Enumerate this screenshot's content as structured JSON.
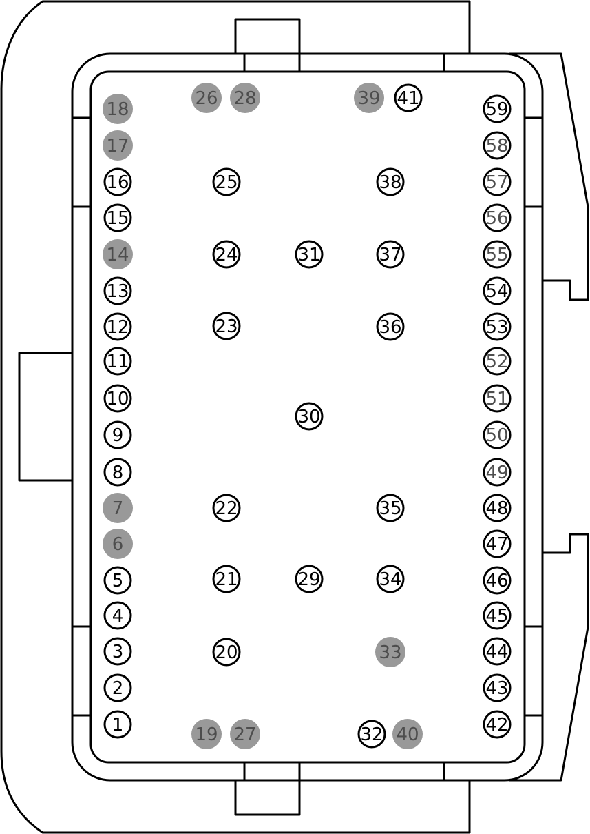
{
  "diagram": {
    "colors": {
      "outline": "#000000",
      "background": "#ffffff",
      "open_pin_fill": "#ffffff",
      "open_pin_text": "#000000",
      "filled_pin_fill": "#999999",
      "filled_pin_text": "#4d4d4d",
      "dim_pin_text": "#4d4d4d"
    },
    "pins": [
      {
        "label": "1",
        "style": "open"
      },
      {
        "label": "2",
        "style": "open"
      },
      {
        "label": "3",
        "style": "open"
      },
      {
        "label": "4",
        "style": "open"
      },
      {
        "label": "5",
        "style": "open"
      },
      {
        "label": "6",
        "style": "filled"
      },
      {
        "label": "7",
        "style": "filled"
      },
      {
        "label": "8",
        "style": "open"
      },
      {
        "label": "9",
        "style": "open"
      },
      {
        "label": "10",
        "style": "open"
      },
      {
        "label": "11",
        "style": "open"
      },
      {
        "label": "12",
        "style": "open"
      },
      {
        "label": "13",
        "style": "open"
      },
      {
        "label": "14",
        "style": "filled"
      },
      {
        "label": "15",
        "style": "open"
      },
      {
        "label": "16",
        "style": "open"
      },
      {
        "label": "17",
        "style": "filled"
      },
      {
        "label": "18",
        "style": "filled"
      },
      {
        "label": "19",
        "style": "filled"
      },
      {
        "label": "20",
        "style": "open"
      },
      {
        "label": "21",
        "style": "open"
      },
      {
        "label": "22",
        "style": "open"
      },
      {
        "label": "23",
        "style": "open"
      },
      {
        "label": "24",
        "style": "open"
      },
      {
        "label": "25",
        "style": "open"
      },
      {
        "label": "26",
        "style": "filled"
      },
      {
        "label": "27",
        "style": "filled"
      },
      {
        "label": "28",
        "style": "filled"
      },
      {
        "label": "29",
        "style": "open"
      },
      {
        "label": "30",
        "style": "open"
      },
      {
        "label": "31",
        "style": "open"
      },
      {
        "label": "32",
        "style": "open"
      },
      {
        "label": "33",
        "style": "filled"
      },
      {
        "label": "34",
        "style": "open"
      },
      {
        "label": "35",
        "style": "open"
      },
      {
        "label": "36",
        "style": "open"
      },
      {
        "label": "37",
        "style": "open"
      },
      {
        "label": "38",
        "style": "open"
      },
      {
        "label": "39",
        "style": "filled"
      },
      {
        "label": "40",
        "style": "filled"
      },
      {
        "label": "41",
        "style": "open"
      },
      {
        "label": "42",
        "style": "open"
      },
      {
        "label": "43",
        "style": "open"
      },
      {
        "label": "44",
        "style": "open"
      },
      {
        "label": "45",
        "style": "open"
      },
      {
        "label": "46",
        "style": "open"
      },
      {
        "label": "47",
        "style": "open"
      },
      {
        "label": "48",
        "style": "open"
      },
      {
        "label": "49",
        "style": "dim"
      },
      {
        "label": "50",
        "style": "dim"
      },
      {
        "label": "51",
        "style": "dim"
      },
      {
        "label": "52",
        "style": "dim"
      },
      {
        "label": "53",
        "style": "open"
      },
      {
        "label": "54",
        "style": "open"
      },
      {
        "label": "55",
        "style": "dim"
      },
      {
        "label": "56",
        "style": "dim"
      },
      {
        "label": "57",
        "style": "dim"
      },
      {
        "label": "58",
        "style": "dim"
      },
      {
        "label": "59",
        "style": "open"
      }
    ]
  }
}
